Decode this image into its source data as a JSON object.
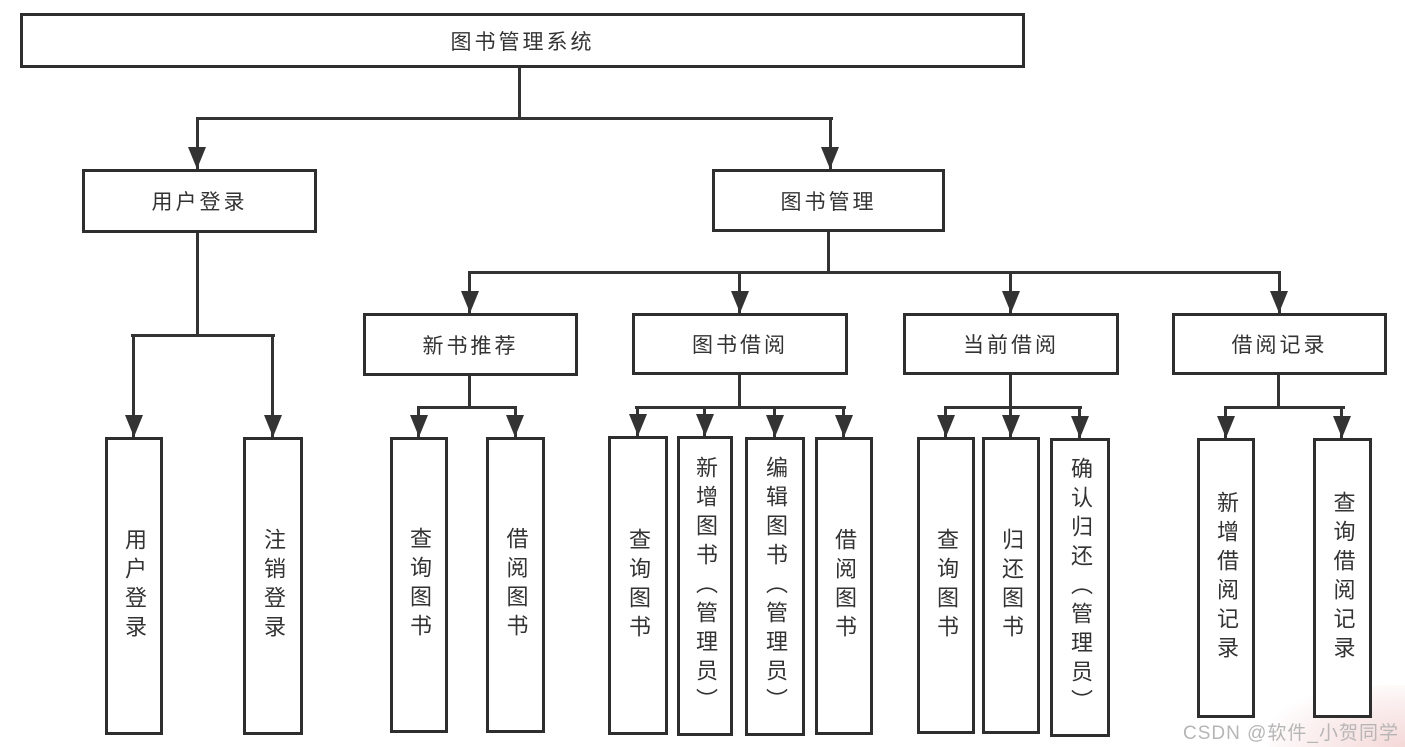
{
  "tree": {
    "label": "图书管理系统",
    "children": [
      {
        "label": "用户登录",
        "children": [
          {
            "label": "用户登录"
          },
          {
            "label": "注销登录"
          }
        ]
      },
      {
        "label": "图书管理",
        "children": [
          {
            "label": "新书推荐",
            "children": [
              {
                "label": "查询图书"
              },
              {
                "label": "借阅图书"
              }
            ]
          },
          {
            "label": "图书借阅",
            "children": [
              {
                "label": "查询图书"
              },
              {
                "label": "新增图书（管理员）"
              },
              {
                "label": "编辑图书（管理员）"
              },
              {
                "label": "借阅图书"
              }
            ]
          },
          {
            "label": "当前借阅",
            "children": [
              {
                "label": "查询图书"
              },
              {
                "label": "归还图书"
              },
              {
                "label": "确认归还（管理员）"
              }
            ]
          },
          {
            "label": "借阅记录",
            "children": [
              {
                "label": "新增借阅记录"
              },
              {
                "label": "查询借阅记录"
              }
            ]
          }
        ]
      }
    ]
  },
  "watermark": {
    "text": "CSDN @软件_小贺同学"
  },
  "colors": {
    "line": "#333333",
    "box_border": "#2e2e2e",
    "text": "#333333",
    "background": "#ffffff",
    "watermark_text": "#b6b6b6",
    "corner_tint": "#f4d6d6"
  }
}
